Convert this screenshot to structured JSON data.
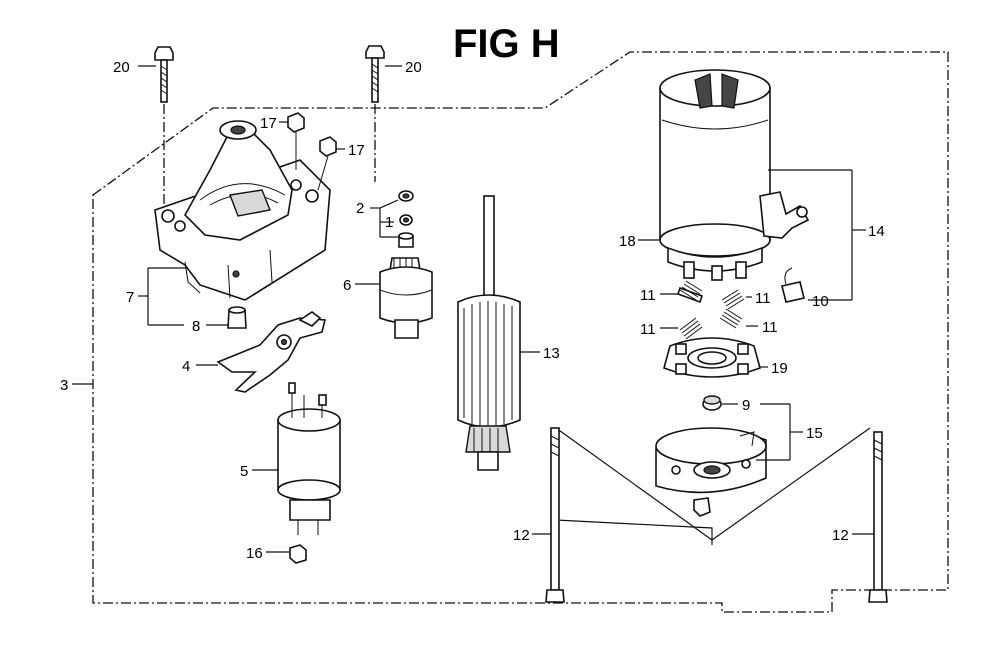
{
  "title": "FIG H",
  "callouts": {
    "c1": "1",
    "c2": "2",
    "c3": "3",
    "c4": "4",
    "c5": "5",
    "c6": "6",
    "c7": "7",
    "c8": "8",
    "c9": "9",
    "c10": "10",
    "c11a": "11",
    "c11b": "11",
    "c11c": "11",
    "c11d": "11",
    "c12a": "12",
    "c12b": "12",
    "c13": "13",
    "c14": "14",
    "c15": "15",
    "c16": "16",
    "c17a": "17",
    "c17b": "17",
    "c18": "18",
    "c19": "19",
    "c20a": "20",
    "c20b": "20"
  }
}
